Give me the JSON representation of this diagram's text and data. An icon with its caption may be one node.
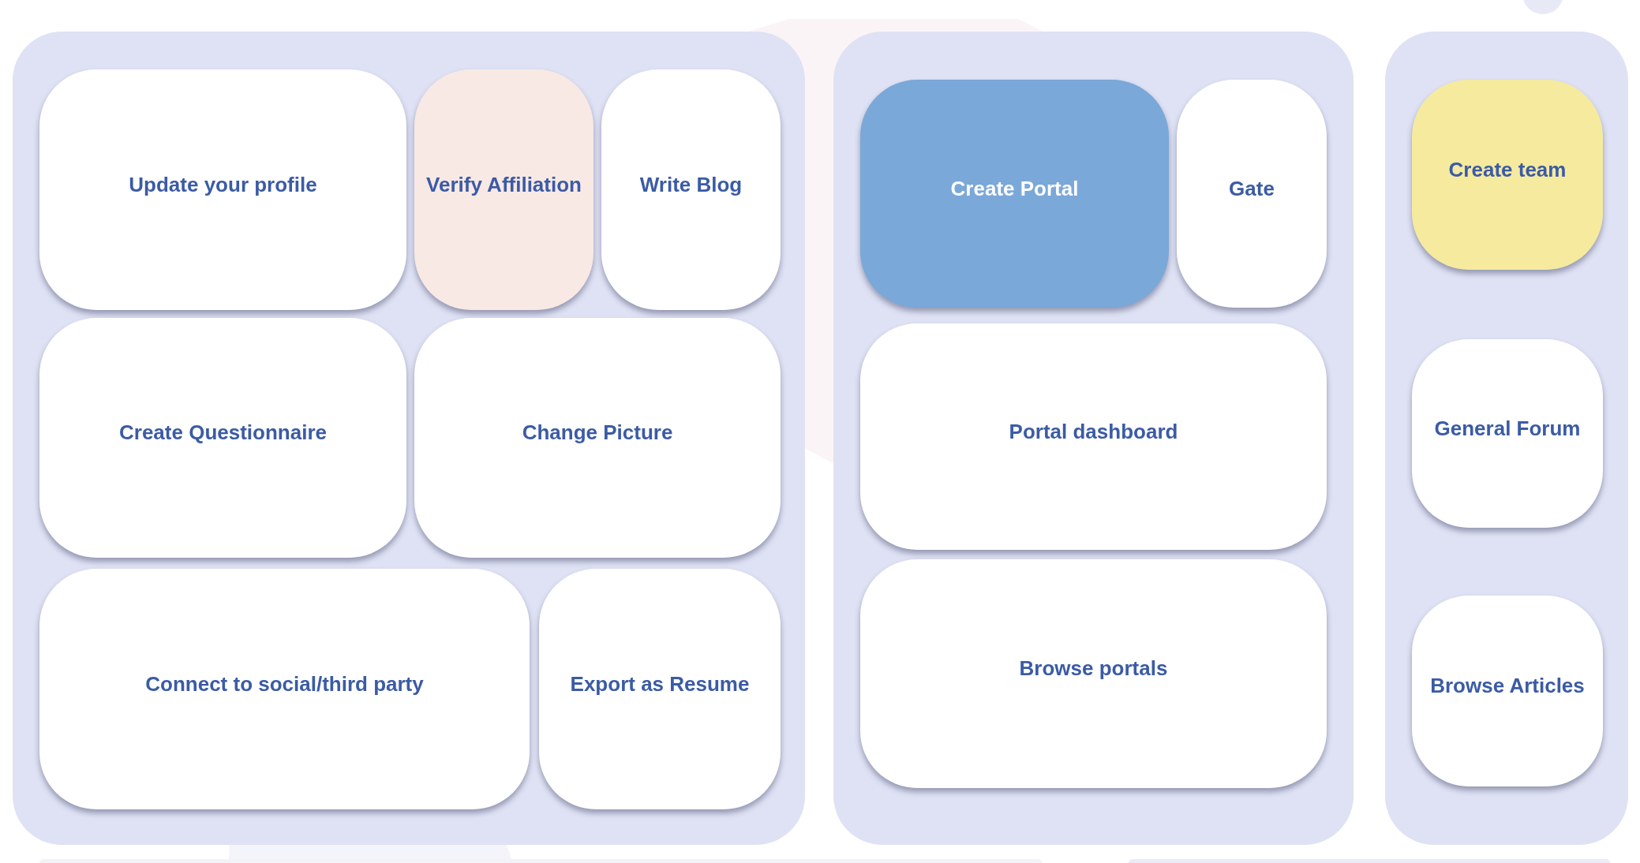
{
  "diagram": {
    "nodes": [
      {
        "text": [],
        "shape": "box"
      },
      {
        "text": [
          "Update your profile"
        ],
        "in": 0
      },
      {
        "text": [
          "Verify Affiliation"
        ],
        "in": 0
      },
      {
        "text": [
          "Write Blog"
        ],
        "in": 0
      },
      {
        "text": [
          "Create Questionnaire"
        ],
        "in": 0
      },
      {
        "text": [
          "Change Picture"
        ],
        "in": 0
      },
      {
        "text": [
          "Connect to social/third party"
        ],
        "in": 0
      },
      {
        "text": [
          "Export as Resume"
        ],
        "in": 0
      },
      {
        "text": [],
        "shape": "box"
      },
      {
        "text": [
          "Create Portal"
        ],
        "in": 8
      },
      {
        "text": [
          "Gate"
        ],
        "in": 8
      },
      {
        "text": [
          "Portal dashboard"
        ],
        "in": 8
      },
      {
        "text": [
          "Browse portals"
        ],
        "in": 8
      },
      {
        "text": [],
        "shape": "box"
      },
      {
        "text": [
          "Create team"
        ],
        "in": 13
      },
      {
        "text": [
          "General Forum"
        ],
        "in": 13
      },
      {
        "text": [
          "Browse Articles"
        ],
        "in": 13
      }
    ]
  }
}
